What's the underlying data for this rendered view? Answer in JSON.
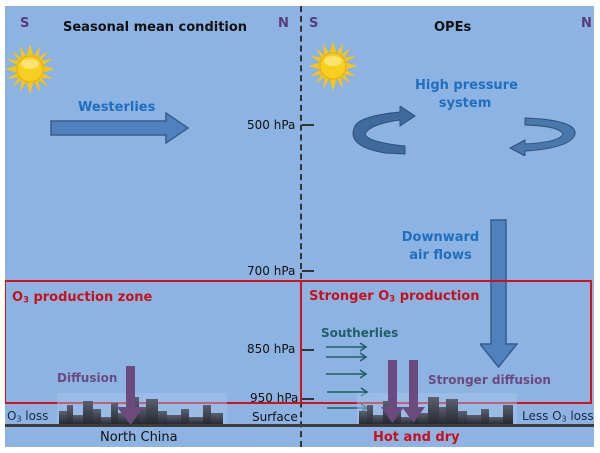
{
  "left_panel": {
    "south_label": "S",
    "north_label": "N",
    "title": "Seasonal mean condition",
    "wind_label": "Westerlies",
    "zone_label_prefix": "O",
    "zone_label_sub": "3",
    "zone_label_suffix": " production zone",
    "diffusion_label": "Diffusion",
    "loss_prefix": "O",
    "loss_sub": "3",
    "loss_suffix": " loss",
    "region_label": "North China"
  },
  "right_panel": {
    "south_label": "S",
    "north_label": "N",
    "title": "OPEs",
    "system_label_line1": "High pressure",
    "system_label_line2": "system",
    "downward_label_line1": "Downward",
    "downward_label_line2": "air flows",
    "zone_label_prefix": "Stronger O",
    "zone_label_sub": "3",
    "zone_label_suffix": " production",
    "wind_label": "Southerlies",
    "diffusion_label": "Stronger diffusion",
    "loss_prefix": "Less O",
    "loss_sub": "3",
    "loss_suffix": " loss",
    "condition_label": "Hot and dry"
  },
  "pressure_levels": [
    {
      "label": "500 hPa"
    },
    {
      "label": "700 hPa"
    },
    {
      "label": "850 hPa"
    },
    {
      "label": "950 hPa"
    },
    {
      "label": "Surface"
    }
  ],
  "colors": {
    "background": "#8db3e2",
    "zone_border": "#d0101a",
    "red_text": "#c8101a",
    "blue_text": "#1f6fc0",
    "compass": "#5a3a7a",
    "diffusion": "#6b4a7e",
    "southerlies": "#1f5f66",
    "arrow_fill": "#4f81bd"
  }
}
